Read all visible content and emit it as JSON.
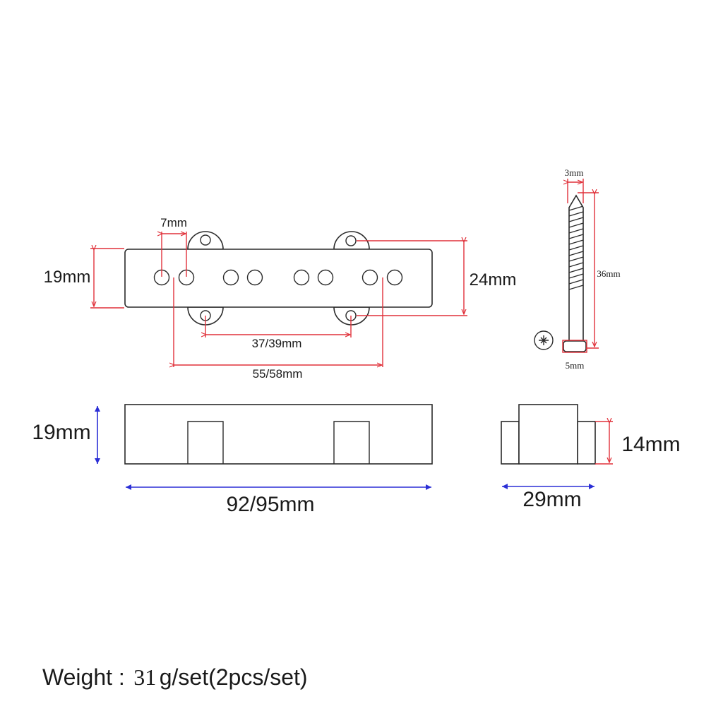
{
  "colors": {
    "dimension_red": "#e0313a",
    "dimension_blue": "#2b2fd6",
    "outline": "#2a2a2a"
  },
  "top_view": {
    "pole_spacing_label": "7mm",
    "height_label": "19mm",
    "mount_span_label": "24mm",
    "inner_screw_spacing_label": "37/39mm",
    "outer_pole_spacing_label": "55/58mm"
  },
  "screw": {
    "diameter_label": "3mm",
    "length_label": "36mm",
    "head_label": "5mm",
    "head_icon": "phillips-screw-head-icon"
  },
  "side_view": {
    "height_label": "19mm",
    "length_label": "92/95mm"
  },
  "end_view": {
    "height_label": "14mm",
    "width_label": "29mm"
  },
  "weight": {
    "prefix": "Weight :",
    "number": "31",
    "suffix": "g/set(2pcs/set)"
  }
}
